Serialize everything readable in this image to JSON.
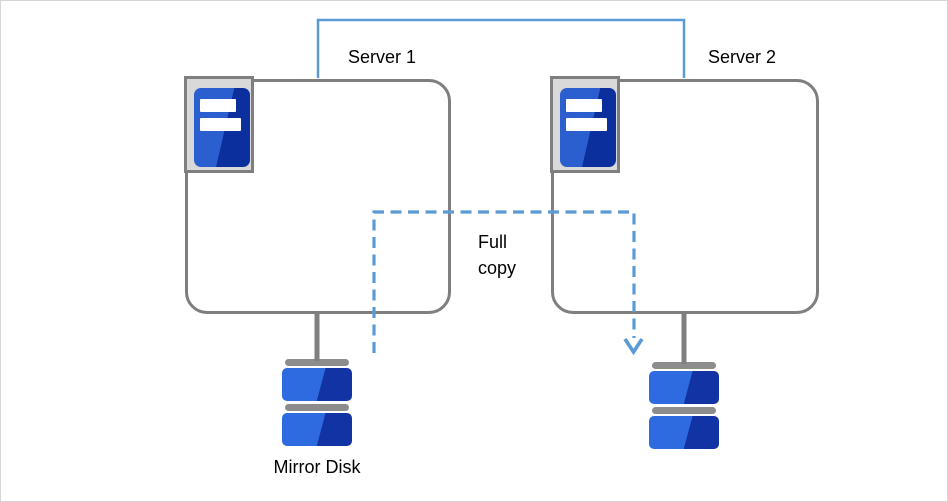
{
  "nodes": {
    "server1": {
      "label": "Server 1"
    },
    "server2": {
      "label": "Server 2"
    },
    "mirror_disk": {
      "label": "Mirror Disk"
    }
  },
  "annotations": {
    "full_copy": "Full\ncopy"
  },
  "icons": {
    "server1_icon": "server-tower-icon",
    "server2_icon": "server-tower-icon",
    "mirror_disk_icon": "disk-stack-icon",
    "server2_disk_icon": "disk-stack-icon",
    "arrow": "arrow-down-icon"
  },
  "colors": {
    "connector_blue": "#5B9BD5",
    "box_border_gray": "#7F7F7F",
    "icon_frame_gray": "#7F7F7F",
    "icon_bg_gray": "#D9D9D9",
    "tower_blue_light": "#2B5FD0",
    "tower_blue_dark": "#0C2F9E",
    "disk_blue_light": "#2F6BE0",
    "disk_blue_dark": "#1233A4",
    "disk_bar_gray": "#8C8C8C",
    "canvas_border": "#D6D6D6",
    "text_black": "#000000"
  }
}
